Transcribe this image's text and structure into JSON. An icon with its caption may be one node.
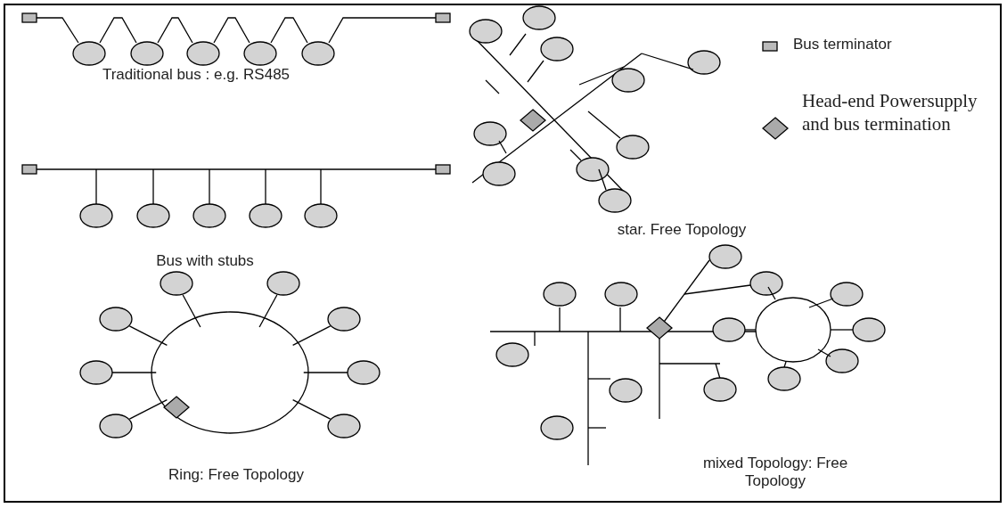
{
  "diagram": {
    "labels": [
      "Traditional bus : e.g. RS485",
      "Bus with stubs",
      "Ring: Free Topology",
      "star. Free Topology",
      "mixed Topology: Free Topology"
    ],
    "legend": [
      {
        "text": "Bus terminator"
      },
      {
        "text": "Head-end Powersupply and bus termination"
      }
    ]
  }
}
